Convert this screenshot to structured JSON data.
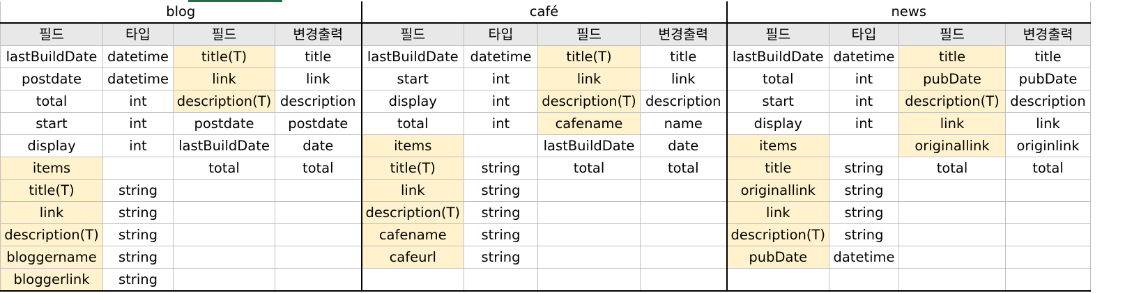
{
  "groups": [
    "blog",
    "café",
    "news"
  ],
  "headers": [
    "필드",
    "타입",
    "필드",
    "변경출력"
  ],
  "rows": [
    [
      [
        "lastBuildDate",
        "datetime",
        "title(T)",
        "title"
      ],
      [
        "lastBuildDate",
        "datetime",
        "title(T)",
        "title"
      ],
      [
        "lastBuildDate",
        "datetime",
        "title",
        "title"
      ]
    ],
    [
      [
        "postdate",
        "datetime",
        "link",
        "link"
      ],
      [
        "start",
        "int",
        "link",
        "link"
      ],
      [
        "total",
        "int",
        "pubDate",
        "pubDate"
      ]
    ],
    [
      [
        "total",
        "int",
        "description(T)",
        "description"
      ],
      [
        "display",
        "int",
        "description(T)",
        "description"
      ],
      [
        "start",
        "int",
        "description(T)",
        "description"
      ]
    ],
    [
      [
        "start",
        "int",
        "postdate",
        "postdate"
      ],
      [
        "total",
        "int",
        "cafename",
        "name"
      ],
      [
        "display",
        "int",
        "link",
        "link"
      ]
    ],
    [
      [
        "display",
        "int",
        "lastBuildDate",
        "date"
      ],
      [
        "items",
        "",
        "lastBuildDate",
        "date"
      ],
      [
        "items",
        "",
        "originallink",
        "originlink"
      ]
    ],
    [
      [
        "items",
        "",
        "total",
        "total"
      ],
      [
        "title(T)",
        "string",
        "total",
        "total"
      ],
      [
        "title",
        "string",
        "total",
        "total"
      ]
    ],
    [
      [
        "title(T)",
        "string",
        "",
        ""
      ],
      [
        "link",
        "string",
        "",
        ""
      ],
      [
        "originallink",
        "string",
        "",
        ""
      ]
    ],
    [
      [
        "link",
        "string",
        "",
        ""
      ],
      [
        "description(T)",
        "string",
        "",
        ""
      ],
      [
        "link",
        "string",
        "",
        ""
      ]
    ],
    [
      [
        "description(T)",
        "string",
        "",
        ""
      ],
      [
        "cafename",
        "string",
        "",
        ""
      ],
      [
        "description(T)",
        "string",
        "",
        ""
      ]
    ],
    [
      [
        "bloggername",
        "string",
        "",
        ""
      ],
      [
        "cafeurl",
        "string",
        "",
        ""
      ],
      [
        "pubDate",
        "datetime",
        "",
        ""
      ]
    ],
    [
      [
        "bloggerlink",
        "string",
        "",
        ""
      ],
      [
        "",
        "",
        "",
        ""
      ],
      [
        "",
        "",
        "",
        ""
      ]
    ]
  ],
  "highlights": [
    [
      [
        false,
        false,
        true,
        false
      ],
      [
        false,
        false,
        true,
        false
      ],
      [
        false,
        false,
        true,
        false
      ]
    ],
    [
      [
        false,
        false,
        true,
        false
      ],
      [
        false,
        false,
        true,
        false
      ],
      [
        false,
        false,
        true,
        false
      ]
    ],
    [
      [
        false,
        false,
        true,
        false
      ],
      [
        false,
        false,
        true,
        false
      ],
      [
        false,
        false,
        true,
        false
      ]
    ],
    [
      [
        false,
        false,
        false,
        false
      ],
      [
        false,
        false,
        true,
        false
      ],
      [
        false,
        false,
        true,
        false
      ]
    ],
    [
      [
        false,
        false,
        false,
        false
      ],
      [
        true,
        false,
        false,
        false
      ],
      [
        true,
        false,
        true,
        false
      ]
    ],
    [
      [
        true,
        false,
        false,
        false
      ],
      [
        true,
        false,
        false,
        false
      ],
      [
        true,
        false,
        false,
        false
      ]
    ],
    [
      [
        true,
        false,
        false,
        false
      ],
      [
        true,
        false,
        false,
        false
      ],
      [
        true,
        false,
        false,
        false
      ]
    ],
    [
      [
        true,
        false,
        false,
        false
      ],
      [
        true,
        false,
        false,
        false
      ],
      [
        true,
        false,
        false,
        false
      ]
    ],
    [
      [
        true,
        false,
        false,
        false
      ],
      [
        true,
        false,
        false,
        false
      ],
      [
        true,
        false,
        false,
        false
      ]
    ],
    [
      [
        true,
        false,
        false,
        false
      ],
      [
        true,
        false,
        false,
        false
      ],
      [
        true,
        false,
        false,
        false
      ]
    ],
    [
      [
        true,
        false,
        false,
        false
      ],
      [
        false,
        false,
        false,
        false
      ],
      [
        false,
        false,
        false,
        false
      ]
    ]
  ],
  "colors": {
    "highlight": "#fff2cc",
    "header_bg": "#e8e8e8",
    "grid_line": "#bfbfbf",
    "accent": "#1e7145"
  }
}
